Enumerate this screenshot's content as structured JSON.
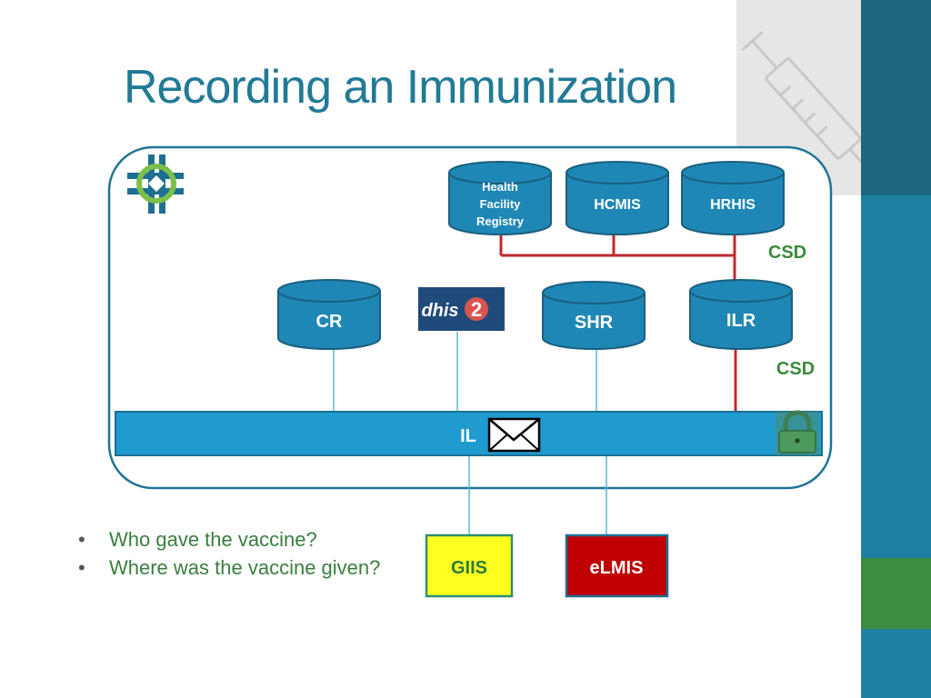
{
  "title": "Recording an Immunization",
  "nodes": {
    "hfr": [
      "Health",
      "Facility",
      "Registry"
    ],
    "hcmis": "HCMIS",
    "hrhis": "HRHIS",
    "cr": "CR",
    "shr": "SHR",
    "ilr": "ILR",
    "il": "IL",
    "giis": "GIIS",
    "elmis": "eLMIS"
  },
  "labels": {
    "csd_top": "CSD",
    "csd_bottom": "CSD"
  },
  "logo_text": "DHIS2",
  "bullets": [
    "Who gave the vaccine?",
    "Where was the vaccine given?"
  ],
  "colors": {
    "title": "#217a96",
    "cylinder": "#1f87b5",
    "bus": "#1f9bcf",
    "csd_link": "#c0282e",
    "csd_text": "#3b8a3e",
    "giis_fill": "#ffff1e",
    "elmis_fill": "#c00000"
  },
  "icons": [
    "openhie-logo-icon",
    "dhis2-logo-icon",
    "envelope-icon",
    "padlock-icon",
    "syringe-icon"
  ]
}
